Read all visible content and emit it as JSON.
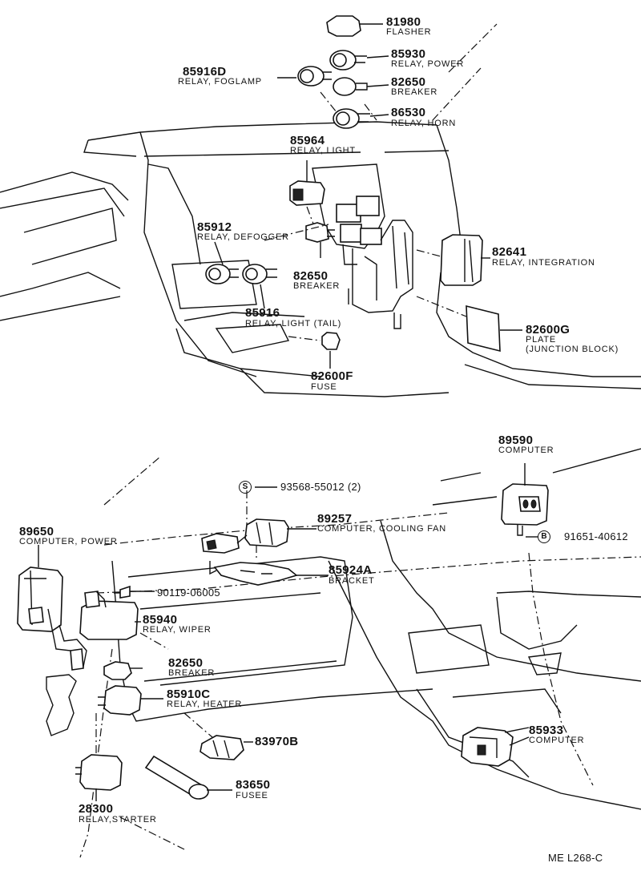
{
  "parts": {
    "flasher": {
      "number": "81980",
      "name": "FLASHER"
    },
    "relay_power": {
      "number": "85930",
      "name": "RELAY, POWER"
    },
    "relay_foglamp": {
      "number": "85916D",
      "name": "RELAY, FOGLAMP"
    },
    "breaker_top": {
      "number": "82650",
      "name": "BREAKER"
    },
    "relay_horn": {
      "number": "86530",
      "name": "RELAY, HORN"
    },
    "relay_light": {
      "number": "85964",
      "name": "RELAY, LIGHT"
    },
    "relay_defogger": {
      "number": "85912",
      "name": "RELAY, DEFOGGER"
    },
    "breaker_mid": {
      "number": "82650",
      "name": "BREAKER"
    },
    "relay_integration": {
      "number": "82641",
      "name": "RELAY, INTEGRATION"
    },
    "relay_light_tail": {
      "number": "85916",
      "name": "RELAY, LIGHT (TAIL)"
    },
    "plate": {
      "number": "82600G",
      "name": "PLATE",
      "name2": "(JUNCTION BLOCK)"
    },
    "fuse": {
      "number": "82600F",
      "name": "FUSE"
    },
    "computer": {
      "number": "89590",
      "name": "COMPUTER"
    },
    "screw_s": {
      "symbol": "S",
      "number": "93568-55012 (2)"
    },
    "cooling_fan": {
      "number": "89257",
      "name": "COMPUTER, COOLING FAN"
    },
    "bolt_b": {
      "symbol": "B",
      "number": "91651-40612"
    },
    "computer_power": {
      "number": "89650",
      "name": "COMPUTER, POWER"
    },
    "bracket": {
      "number": "85924A",
      "name": "BRACKET"
    },
    "clip": {
      "number": "90119-06005"
    },
    "relay_wiper": {
      "number": "85940",
      "name": "RELAY, WIPER"
    },
    "breaker_low": {
      "number": "82650",
      "name": "BREAKER"
    },
    "relay_heater": {
      "number": "85910C",
      "name": "RELAY, HEATER"
    },
    "connector": {
      "number": "83970B"
    },
    "fusee": {
      "number": "83650",
      "name": "FUSEE"
    },
    "relay_starter": {
      "number": "28300",
      "name": "RELAY,STARTER"
    },
    "computer_console": {
      "number": "85933",
      "name": "COMPUTER"
    }
  },
  "footer": {
    "code": "ME  L268-C"
  }
}
